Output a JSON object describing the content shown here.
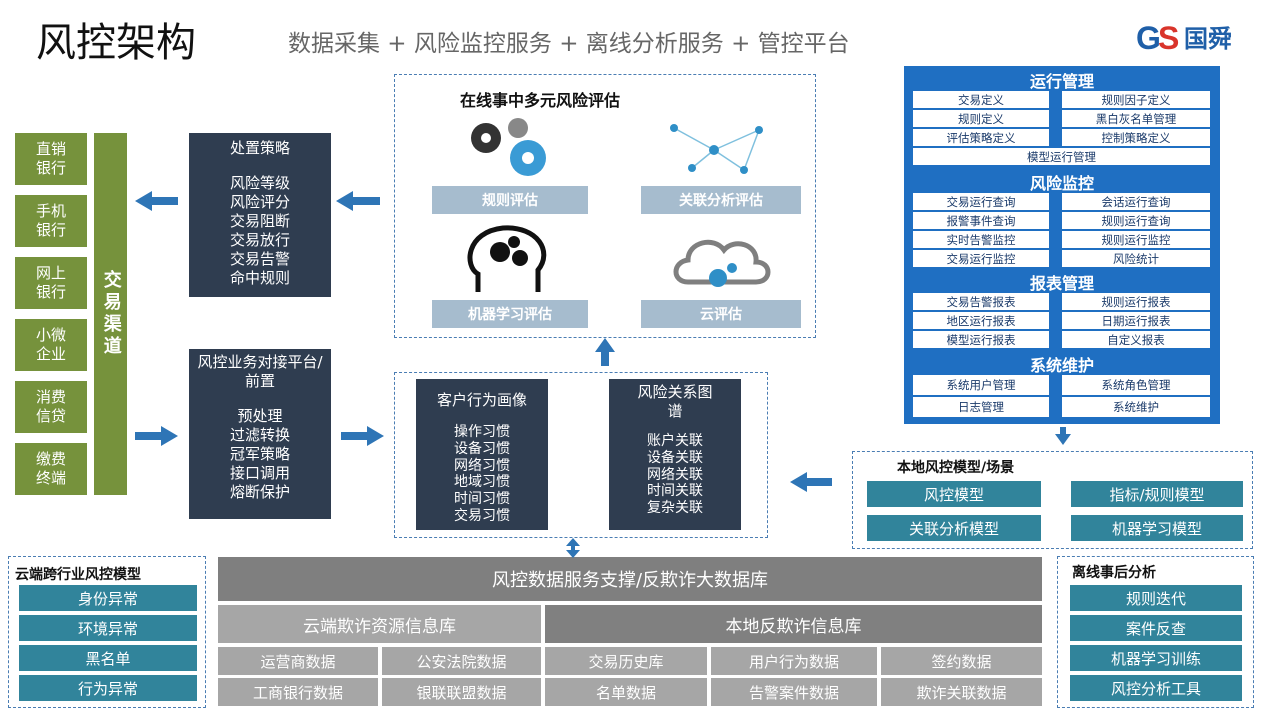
{
  "header": {
    "title": "风控架构",
    "subtitle": "数据采集 + 风险监控服务 + 离线分析服务 + 管控平台",
    "logo_text": "GS国舜"
  },
  "channels": {
    "items": [
      "直销银行",
      "手机银行",
      "网上银行",
      "小微企业",
      "消费信贷",
      "缴费终端"
    ],
    "bar_label": "交易渠道"
  },
  "strategy": {
    "title": "处置策略",
    "lines": [
      "风险等级",
      "风险评分",
      "交易阻断",
      "交易放行",
      "交易告警",
      "命中规则"
    ]
  },
  "platform": {
    "title": "风控业务对接平台/前置",
    "lines": [
      "预处理",
      "过滤转换",
      "冠军策略",
      "接口调用",
      "熔断保护"
    ]
  },
  "online_eval": {
    "title": "在线事中多元风险评估",
    "items": [
      "规则评估",
      "关联分析评估",
      "机器学习评估",
      "云评估"
    ]
  },
  "profile": {
    "behavior_title": "客户行为画像",
    "behavior_lines": [
      "操作习惯",
      "设备习惯",
      "网络习惯",
      "地域习惯",
      "时间习惯",
      "交易习惯"
    ],
    "graph_title": "风险关系图谱",
    "graph_lines": [
      "账户关联",
      "设备关联",
      "网络关联",
      "时间关联",
      "复杂关联"
    ]
  },
  "mgmt": {
    "sections": [
      {
        "title": "运行管理",
        "cells": [
          "交易定义",
          "规则因子定义",
          "规则定义",
          "黑白灰名单管理",
          "评估策略定义",
          "控制策略定义"
        ],
        "wide": "模型运行管理"
      },
      {
        "title": "风险监控",
        "cells": [
          "交易运行查询",
          "会话运行查询",
          "报警事件查询",
          "规则运行查询",
          "实时告警监控",
          "规则运行监控",
          "交易运行监控",
          "风险统计"
        ]
      },
      {
        "title": "报表管理",
        "cells": [
          "交易告警报表",
          "规则运行报表",
          "地区运行报表",
          "日期运行报表",
          "模型运行报表",
          "自定义报表"
        ]
      },
      {
        "title": "系统维护",
        "cells": [
          "系统用户管理",
          "系统角色管理",
          "日志管理",
          "系统维护"
        ]
      }
    ]
  },
  "local_model": {
    "title": "本地风控模型/场景",
    "items": [
      "风控模型",
      "指标/规则模型",
      "关联分析模型",
      "机器学习模型"
    ]
  },
  "cloud_model": {
    "title": "云端跨行业风控模型",
    "items": [
      "身份异常",
      "环境异常",
      "黑名单",
      "行为异常"
    ]
  },
  "offline": {
    "title": "离线事后分析",
    "items": [
      "规则迭代",
      "案件反查",
      "机器学习训练",
      "风控分析工具"
    ]
  },
  "database": {
    "title": "风控数据服务支撑/反欺诈大数据库",
    "cloud_title": "云端欺诈资源信息库",
    "local_title": "本地反欺诈信息库",
    "cloud_items": [
      "运营商数据",
      "公安法院数据",
      "工商银行数据",
      "银联联盟数据"
    ],
    "local_items": [
      "交易历史库",
      "用户行为数据",
      "签约数据",
      "名单数据",
      "告警案件数据",
      "欺诈关联数据"
    ]
  },
  "colors": {
    "channel_green": "#76923c",
    "dark_navy": "#2f3d50",
    "teal": "#31849b",
    "panel_blue": "#1f6fc2",
    "arrow_blue": "#2e75b6"
  }
}
